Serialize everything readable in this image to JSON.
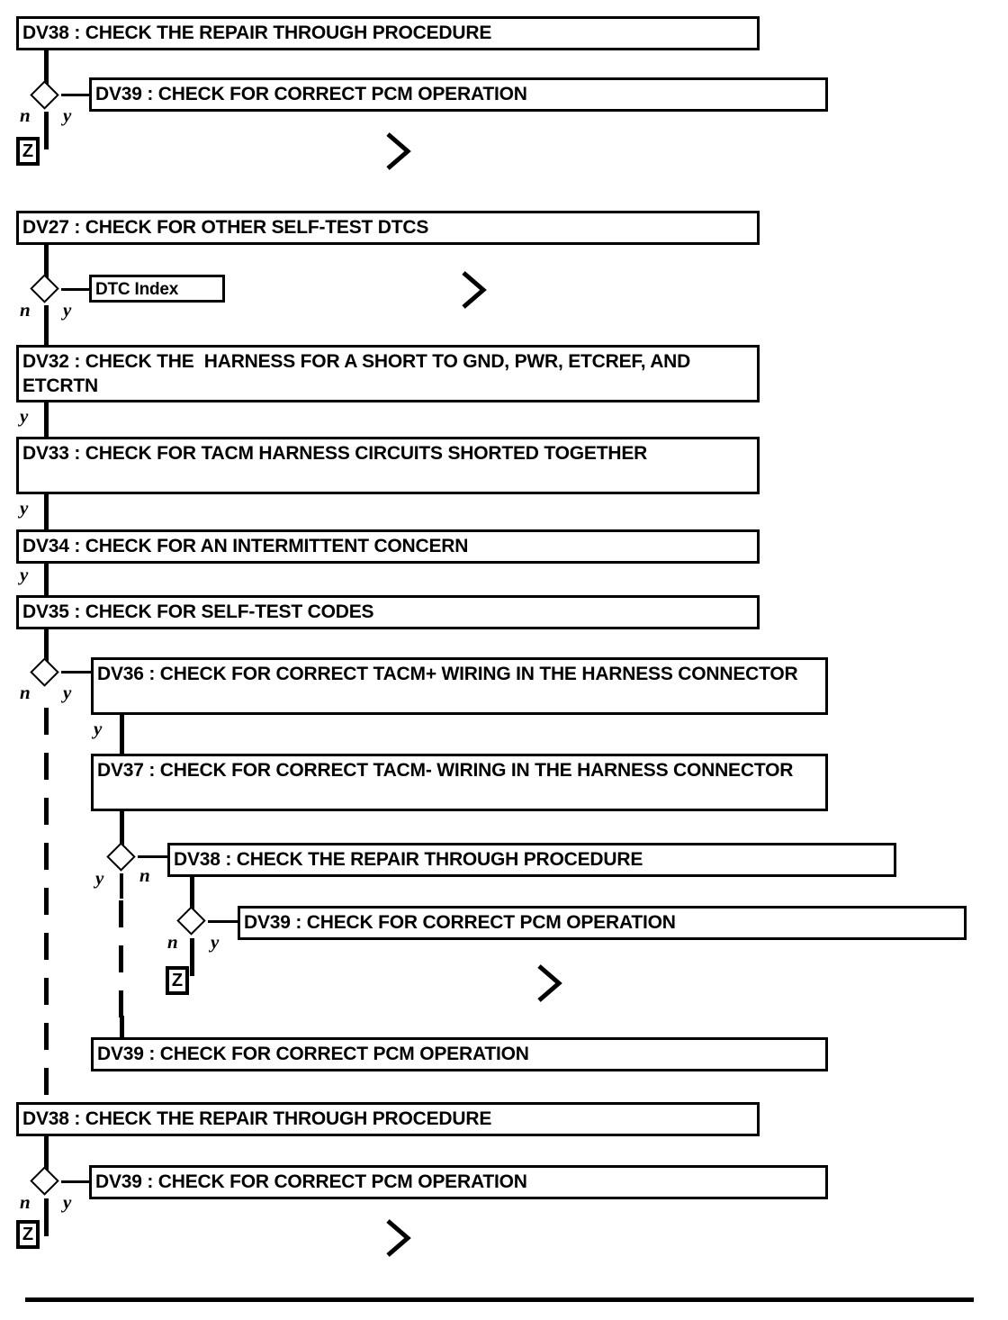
{
  "document": {
    "type": "diagnostic-flowchart",
    "title": "PCM / TACM Diagnostic Flow Continuation"
  },
  "nodes": [
    {
      "id": "n1",
      "label": "DV38 : CHECK THE REPAIR THROUGH PROCEDURE"
    },
    {
      "id": "n2",
      "label": "DV39 : CHECK FOR CORRECT PCM OPERATION"
    },
    {
      "id": "n3",
      "label": "DV27 : CHECK FOR OTHER SELF-TEST DTCS"
    },
    {
      "id": "n4",
      "label": "DTC Index"
    },
    {
      "id": "n5",
      "label": "DV32 : CHECK THE  HARNESS FOR A SHORT TO GND, PWR, ETCREF, AND ETCRTN"
    },
    {
      "id": "n6",
      "label": "DV33 : CHECK FOR TACM HARNESS CIRCUITS SHORTED TOGETHER"
    },
    {
      "id": "n7",
      "label": "DV34 : CHECK FOR AN INTERMITTENT CONCERN"
    },
    {
      "id": "n8",
      "label": "DV35 : CHECK FOR SELF-TEST CODES"
    },
    {
      "id": "n9",
      "label": "DV36 : CHECK FOR CORRECT TACM+ WIRING IN THE HARNESS CONNECTOR"
    },
    {
      "id": "n10",
      "label": "DV37 : CHECK FOR CORRECT TACM- WIRING IN THE HARNESS CONNECTOR"
    },
    {
      "id": "n11",
      "label": "DV38 : CHECK THE REPAIR THROUGH PROCEDURE"
    },
    {
      "id": "n12",
      "label": "DV39 : CHECK FOR CORRECT PCM OPERATION"
    },
    {
      "id": "n13",
      "label": "DV39 : CHECK FOR CORRECT PCM OPERATION"
    },
    {
      "id": "n14",
      "label": "DV38 : CHECK THE REPAIR THROUGH PROCEDURE"
    },
    {
      "id": "n15",
      "label": "DV39 : CHECK FOR CORRECT PCM OPERATION"
    }
  ],
  "branch_labels": {
    "d1_n": "n",
    "d1_y": "y",
    "d2_n": "n",
    "d2_y": "y",
    "e_y_dv32": "y",
    "e_y_dv33": "y",
    "e_y_dv34": "y",
    "d3_n": "n",
    "d3_y": "y",
    "e_y_dv36": "y",
    "d4_y": "y",
    "d4_n": "n",
    "d5_n": "n",
    "d5_y": "y",
    "d6_n": "n",
    "d6_y": "y"
  },
  "terminals": [
    {
      "id": "z1",
      "label": "Z"
    },
    {
      "id": "z2",
      "label": "Z"
    },
    {
      "id": "z3",
      "label": "Z"
    }
  ],
  "offpage_connectors": [
    {
      "id": "c1",
      "glyph": ">"
    },
    {
      "id": "c2",
      "glyph": ">"
    },
    {
      "id": "c3",
      "glyph": ">"
    },
    {
      "id": "c4",
      "glyph": ">"
    }
  ],
  "colors": {
    "ink": "#000000",
    "paper": "#ffffff"
  }
}
